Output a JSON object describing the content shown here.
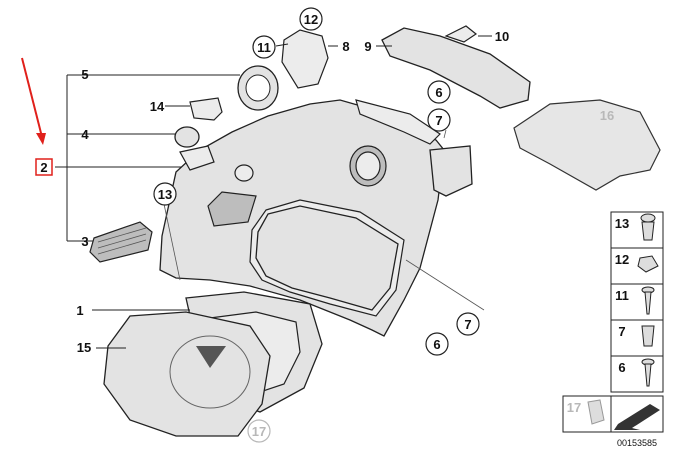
{
  "callouts": {
    "c1": "1",
    "c2": "2",
    "c3": "3",
    "c4": "4",
    "c5": "5",
    "c6a": "6",
    "c6b": "6",
    "c7a": "7",
    "c7b": "7",
    "c8": "8",
    "c9": "9",
    "c10": "10",
    "c11": "11",
    "c12": "12",
    "c13": "13",
    "c14": "14",
    "c15": "15",
    "c16": "16",
    "c17": "17"
  },
  "fastener_panel": {
    "f13": "13",
    "f12": "12",
    "f11": "11",
    "f7": "7",
    "f6": "6",
    "f17": "17"
  },
  "reference_number": "00153585",
  "colors": {
    "pointer_arrow": "#e0201b",
    "highlight_box": "#e0201b",
    "faded_label": "#b8b8b8"
  }
}
